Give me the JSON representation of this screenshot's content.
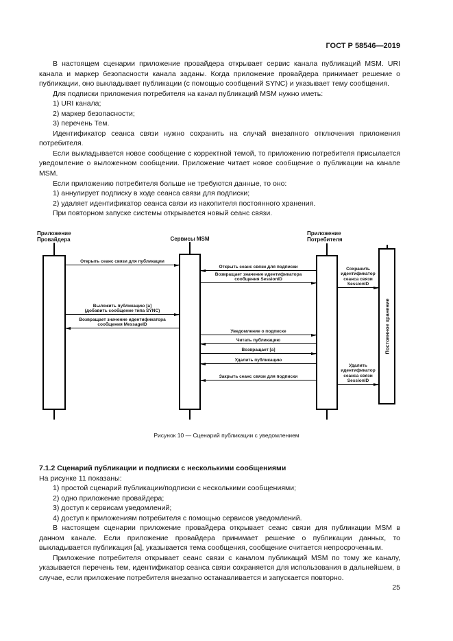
{
  "page": {
    "header": "ГОСТ Р 58546—2019",
    "number": "25"
  },
  "intro": {
    "p1": "В настоящем сценарии приложение провайдера открывает сервис канала публикаций MSM. URI канала и маркер безопасности канала заданы. Когда приложение провайдера принимает решение о публикации, оно выкладывает публикации (с помощью сообщений SYNC) и указывает тему сообщения.",
    "p2": "Для подписки приложения потребителя на канал публикаций MSM нужно иметь:",
    "list1": [
      "1) URI канала;",
      "2) маркер безопасности;",
      "3) перечень Тем."
    ],
    "p3": "Идентификатор сеанса связи нужно сохранить на случай внезапного отключения приложения потребителя.",
    "p4": "Если выкладывается новое сообщение с корректной темой, то приложению потребителя присылается уведомление о выложенном сообщении. Приложение читает новое сообщение о публикации на канале MSM.",
    "p5": "Если приложению потребителя больше не требуются данные, то оно:",
    "list2": [
      "1) аннулирует подписку в ходе сеанса связи для подписки;",
      "2) удаляет идентификатор сеанса связи из накопителя постоянного хранения."
    ],
    "p6": "При повторном запуске системы открывается новый сеанс связи."
  },
  "diagram": {
    "lifelines": {
      "provider": "Приложение\nПровайдера",
      "msm": "Сервисы MSM",
      "consumer": "Приложение\nПотребителя",
      "storage": "Постоянное хранение"
    },
    "messages": {
      "open_pub": "Открыть сеанс связи для публикации",
      "open_sub": "Открыть сеанс связи для подписки",
      "return_session": "Возвращает значение идентификатора\nсообщения SessionID",
      "save_session": "Сохранить\nидентификатор\nсеанса связи\nSessionID",
      "post_pub": "Выложить публикацию [a]\n(добавить сообщение типа SYNC)",
      "return_message": "Возвращает значение идентификатора\nсообщения MessageID",
      "notify": "Уведомление о подписке",
      "read_pub": "Читать публикацию",
      "return_a": "Возвращает [a]",
      "delete_pub": "Удалить публикацию",
      "close_sub": "Закрыть сеанс связи для подписки",
      "delete_session": "Удалить\nидентификатор\nсеанса связи\nSessionID"
    },
    "caption": "Рисунок 10 — Сценарий публикации с уведомлением"
  },
  "section": {
    "heading": "7.1.2 Сценарий публикации и подписки с несколькими сообщениями",
    "intro": "На рисунке 11 показаны:",
    "list": [
      "1) простой сценарий публикации/подписки с несколькими сообщениями;",
      "2) одно приложение провайдера;",
      "3) доступ к сервисам уведомлений;",
      "4) доступ к приложениям потребителя с помощью сервисов уведомлений."
    ],
    "p1": "В настоящем сценарии приложение провайдера открывает сеанс связи для публикации MSM в данном канале. Если приложение провайдера принимает решение о публикации данных, то выкладывается публикация [a], указывается тема сообщения, сообщение считается непросроченным.",
    "p2": "Приложение потребителя открывает сеанс связи с каналом публикаций MSM по тому же каналу, указывается перечень тем, идентификатор сеанса связи сохраняется для использования в дальнейшем, в случае, если приложение потребителя внезапно останавливается и запускается повторно."
  }
}
